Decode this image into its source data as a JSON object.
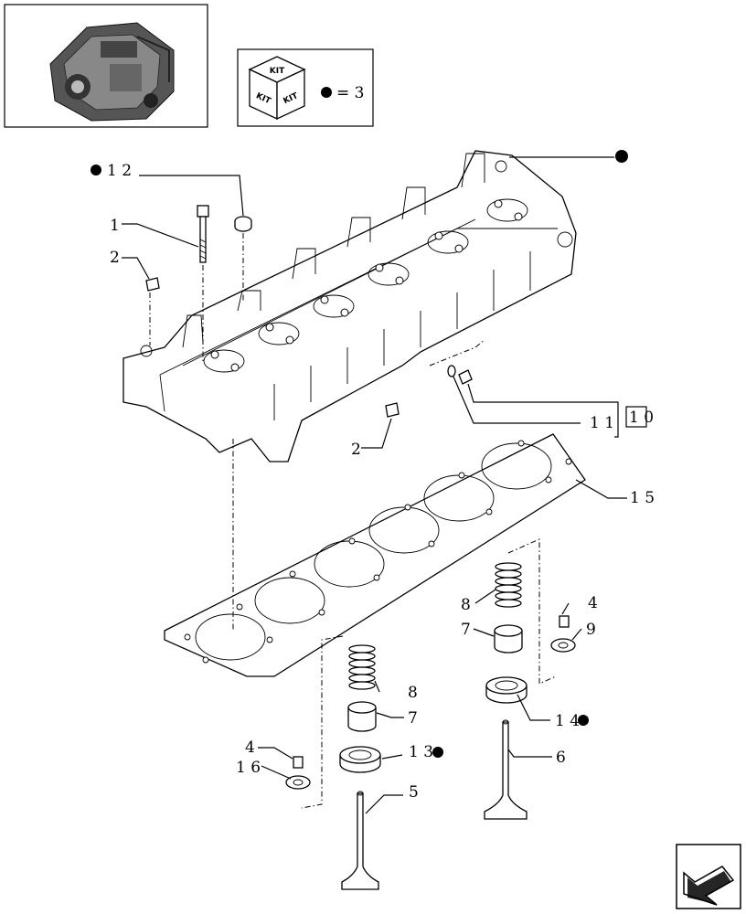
{
  "kit_box": {
    "cube_text_top": "KIT",
    "cube_text_left": "KIT",
    "cube_text_right": "KIT",
    "legend_text": "= 3"
  },
  "callouts": [
    {
      "id": "c12",
      "text": "1 2",
      "bullet": true
    },
    {
      "id": "c1",
      "text": "1",
      "bullet": false
    },
    {
      "id": "c2a",
      "text": "2",
      "bullet": false
    },
    {
      "id": "c2b",
      "text": "2",
      "bullet": false
    },
    {
      "id": "c11",
      "text": "1 1",
      "bullet": false
    },
    {
      "id": "c10",
      "text": "1 0",
      "bullet": false
    },
    {
      "id": "c15",
      "text": "1 5",
      "bullet": false
    },
    {
      "id": "c8a",
      "text": "8",
      "bullet": false
    },
    {
      "id": "c7a",
      "text": "7",
      "bullet": false
    },
    {
      "id": "c4a",
      "text": "4",
      "bullet": false
    },
    {
      "id": "c9",
      "text": "9",
      "bullet": false
    },
    {
      "id": "c8b",
      "text": "8",
      "bullet": false
    },
    {
      "id": "c7b",
      "text": "7",
      "bullet": false
    },
    {
      "id": "c14",
      "text": "1 4",
      "bullet": true
    },
    {
      "id": "c4b",
      "text": "4",
      "bullet": false
    },
    {
      "id": "c13",
      "text": "1 3",
      "bullet": true
    },
    {
      "id": "c16",
      "text": "1 6",
      "bullet": false
    },
    {
      "id": "c6",
      "text": "6",
      "bullet": false
    },
    {
      "id": "c5",
      "text": "5",
      "bullet": false
    }
  ]
}
